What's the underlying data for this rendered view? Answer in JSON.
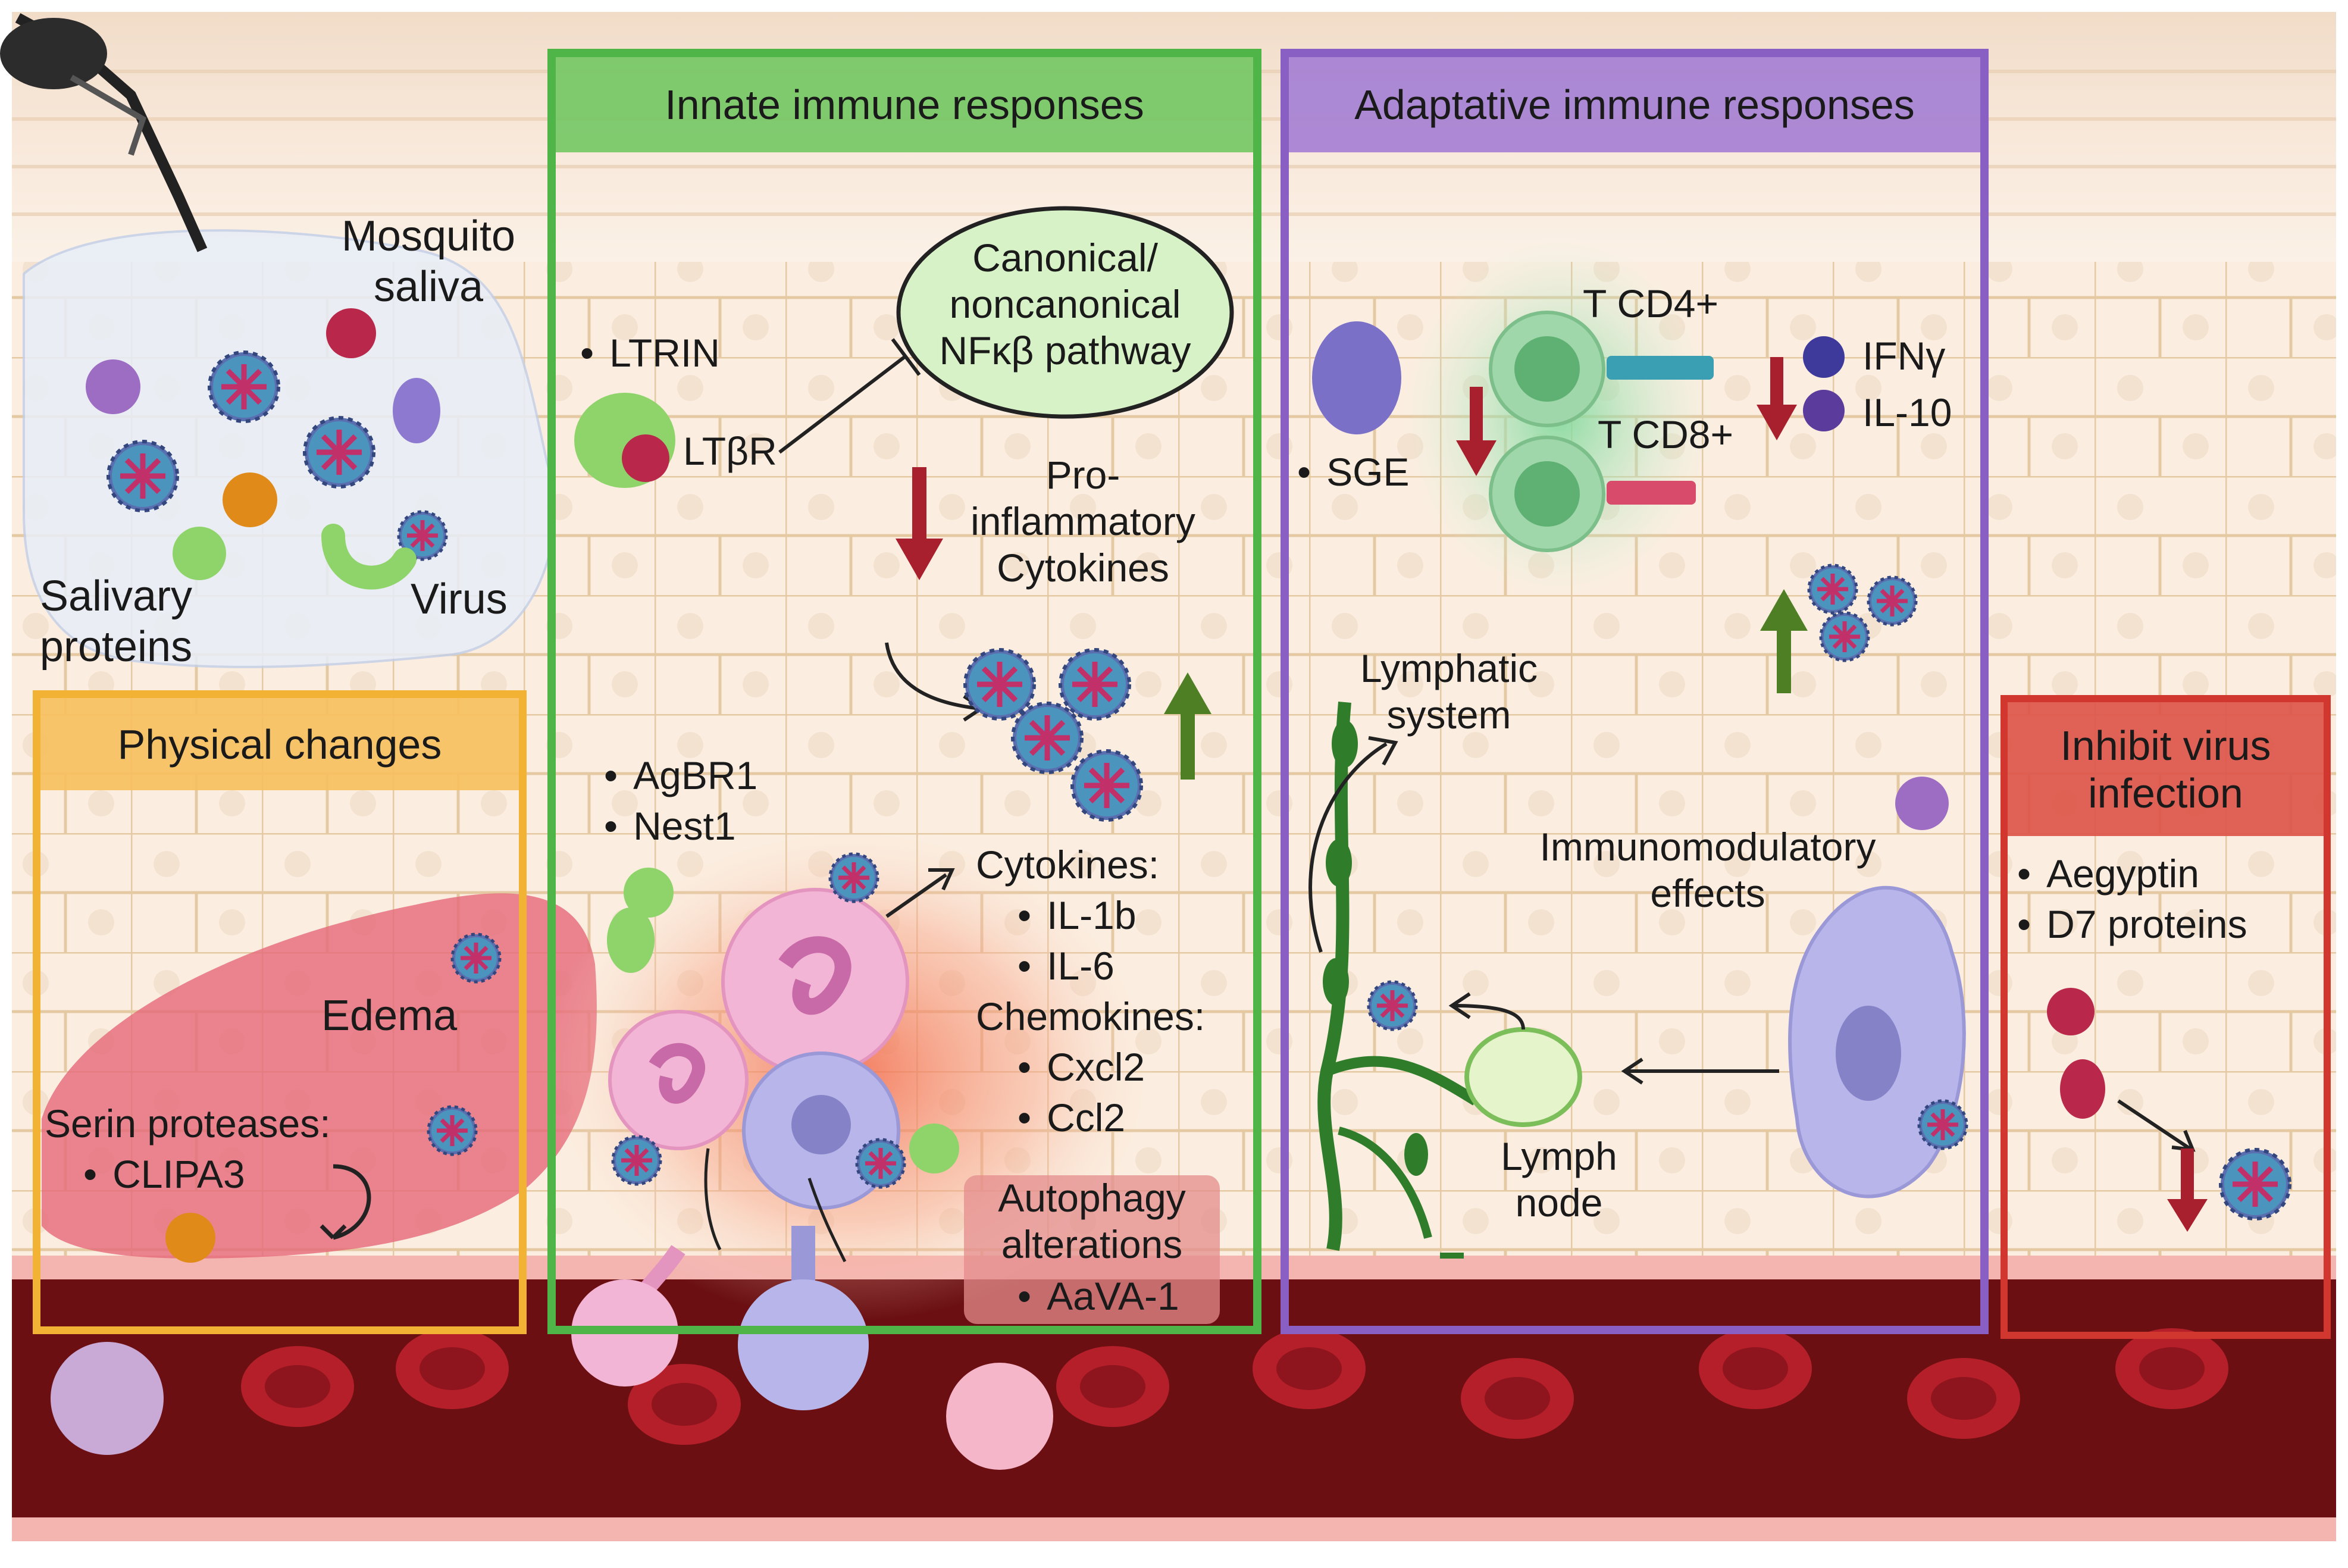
{
  "panels": {
    "innate": {
      "title": "Innate immune responses",
      "color": "#4fb548"
    },
    "adaptive": {
      "title": "Adaptative immune responses",
      "color": "#8a5fc4"
    },
    "physical": {
      "title": "Physical changes",
      "color": "#f2b233"
    },
    "inhibit": {
      "title_line1": "Inhibit virus",
      "title_line2": "infection",
      "color": "#d2372f"
    }
  },
  "left": {
    "saliva_line1": "Mosquito",
    "saliva_line2": "saliva",
    "salivary_line1": "Salivary",
    "salivary_line2": "proteins",
    "virus": "Virus"
  },
  "physical": {
    "edema": "Edema",
    "serin": "Serin proteases:",
    "clipa3": "CLIPA3"
  },
  "innate": {
    "ltrin": "LTRIN",
    "ltbr": "LTβR",
    "nfkb_line1": "Canonical/",
    "nfkb_line2": "noncanonical",
    "nfkb_line3": "NFκβ pathway",
    "pro_line1": "Pro-",
    "pro_line2": "inflammatory",
    "pro_line3": "Cytokines",
    "agbr1": "AgBR1",
    "nest1": "Nest1",
    "cytokines": "Cytokines:",
    "il1b": "IL-1b",
    "il6": "IL-6",
    "chemokines": "Chemokines:",
    "cxcl2": "Cxcl2",
    "ccl2": "Ccl2",
    "autophagy_line1": "Autophagy",
    "autophagy_line2": "alterations",
    "aava1": "AaVA-1"
  },
  "adaptive": {
    "tcd4": "T CD4+",
    "tcd8": "T CD8+",
    "ifng": "IFNγ",
    "il10": "IL-10",
    "sge": "SGE",
    "lymphatic_line1": "Lymphatic",
    "lymphatic_line2": "system",
    "immuno_line1": "Immunomodulatory",
    "immuno_line2": "effects",
    "lymph_line1": "Lymph",
    "lymph_line2": "node"
  },
  "inhibit": {
    "aegyptin": "Aegyptin",
    "d7": "D7 proteins"
  },
  "colors": {
    "skin": "#fbeee0",
    "cell_line": "#e4c9a3",
    "blood": "#6b0f12",
    "rbc": "#b51f2a",
    "arrow_down": "#a8202d",
    "arrow_up": "#4f7f25",
    "virus_body": "#5a6fb0",
    "virus_spike": "#c2306a"
  }
}
